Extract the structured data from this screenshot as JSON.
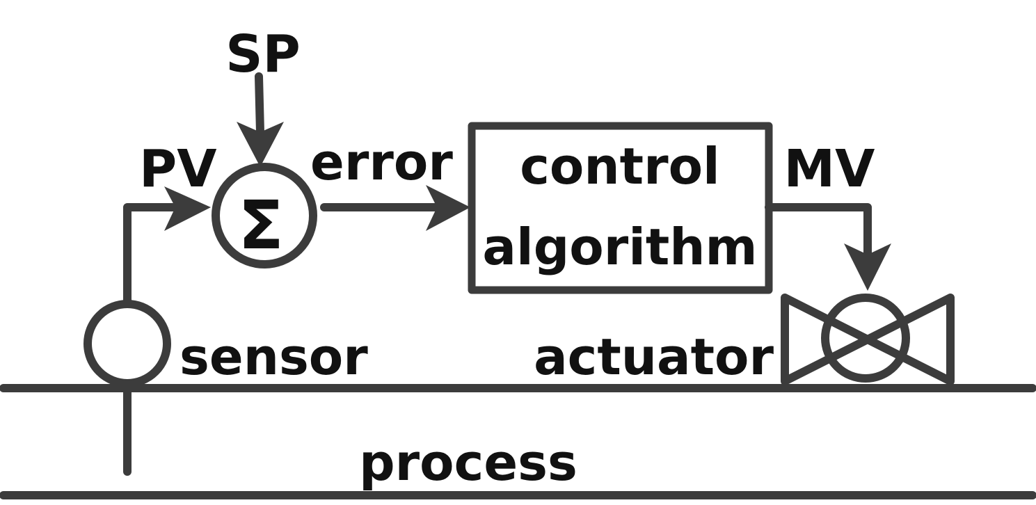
{
  "labels": {
    "sp": "SP",
    "pv": "PV",
    "error": "error",
    "control_line1": "control",
    "control_line2": "algorithm",
    "mv": "MV",
    "sensor": "sensor",
    "actuator": "actuator",
    "process": "process",
    "sum_symbol": "Σ"
  },
  "colors": {
    "line": "#3c3c3c",
    "text": "#111111",
    "background": "#ffffff"
  }
}
